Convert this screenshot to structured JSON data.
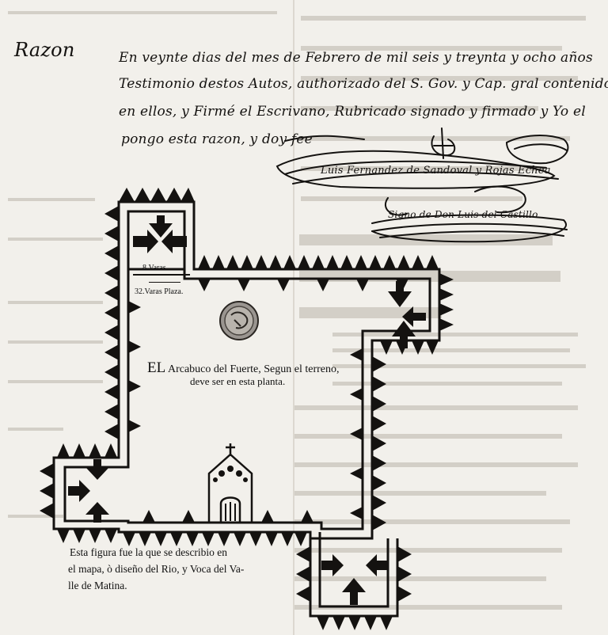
{
  "document": {
    "marginal_note": "Razon",
    "paragraph_lines": [
      "En veynte dias del mes de Febrero de mil seis y treynta y ocho años",
      "Testimonio destos Autos, authorizado del S. Gov. y Cap. gral contenido",
      "en ellos, y Firmé el Escrivano, Rubricado signado y firmado y Yo el",
      "pongo esta razon, y doy fee"
    ],
    "signature_1": "Luis Fernandez de Sandoval y Rojas Echea",
    "signature_2": "Signo de Don Luis del Castillo"
  },
  "plan": {
    "label_8_varas": "8.Varas.",
    "label_32_varas": "32.Varas Plaza.",
    "caption_line1": "Arcabuco del Fuerte, Segun el terreno,",
    "caption_lead": "EL",
    "caption_line2": "deve ser en esta planta.",
    "figure_lines": [
      "Esta figura fue la que se describio en",
      "el mapa, ò diseño del Rio, y Voca del Va-",
      "lle de Matina."
    ]
  },
  "colors": {
    "ink": "#141210",
    "paper": "#f2f0eb",
    "bleed_through": "#cfcbc3"
  }
}
